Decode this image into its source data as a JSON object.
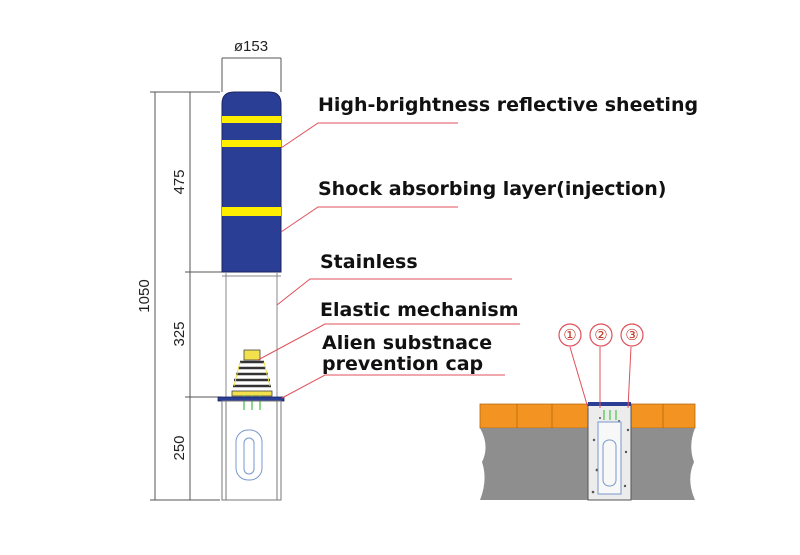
{
  "dimensions": {
    "diameter": "ø153",
    "total_height": "1050",
    "segment_top": "475",
    "segment_middle": "325",
    "segment_bottom": "250"
  },
  "labels": {
    "reflective": "High-brightness reflective sheeting",
    "shock": "Shock absorbing layer(injection)",
    "stainless": "Stainless",
    "elastic": "Elastic mechanism",
    "cap_line1": "Alien substnace",
    "cap_line2": "prevention cap"
  },
  "section_markers": [
    "①",
    "②",
    "③"
  ],
  "colors": {
    "body_blue": "#2b3e95",
    "stripe_yellow": "#ffee00",
    "leader_red": "#e0505a",
    "road_orange": "#f39422",
    "ground_gray": "#8e8e8e"
  }
}
